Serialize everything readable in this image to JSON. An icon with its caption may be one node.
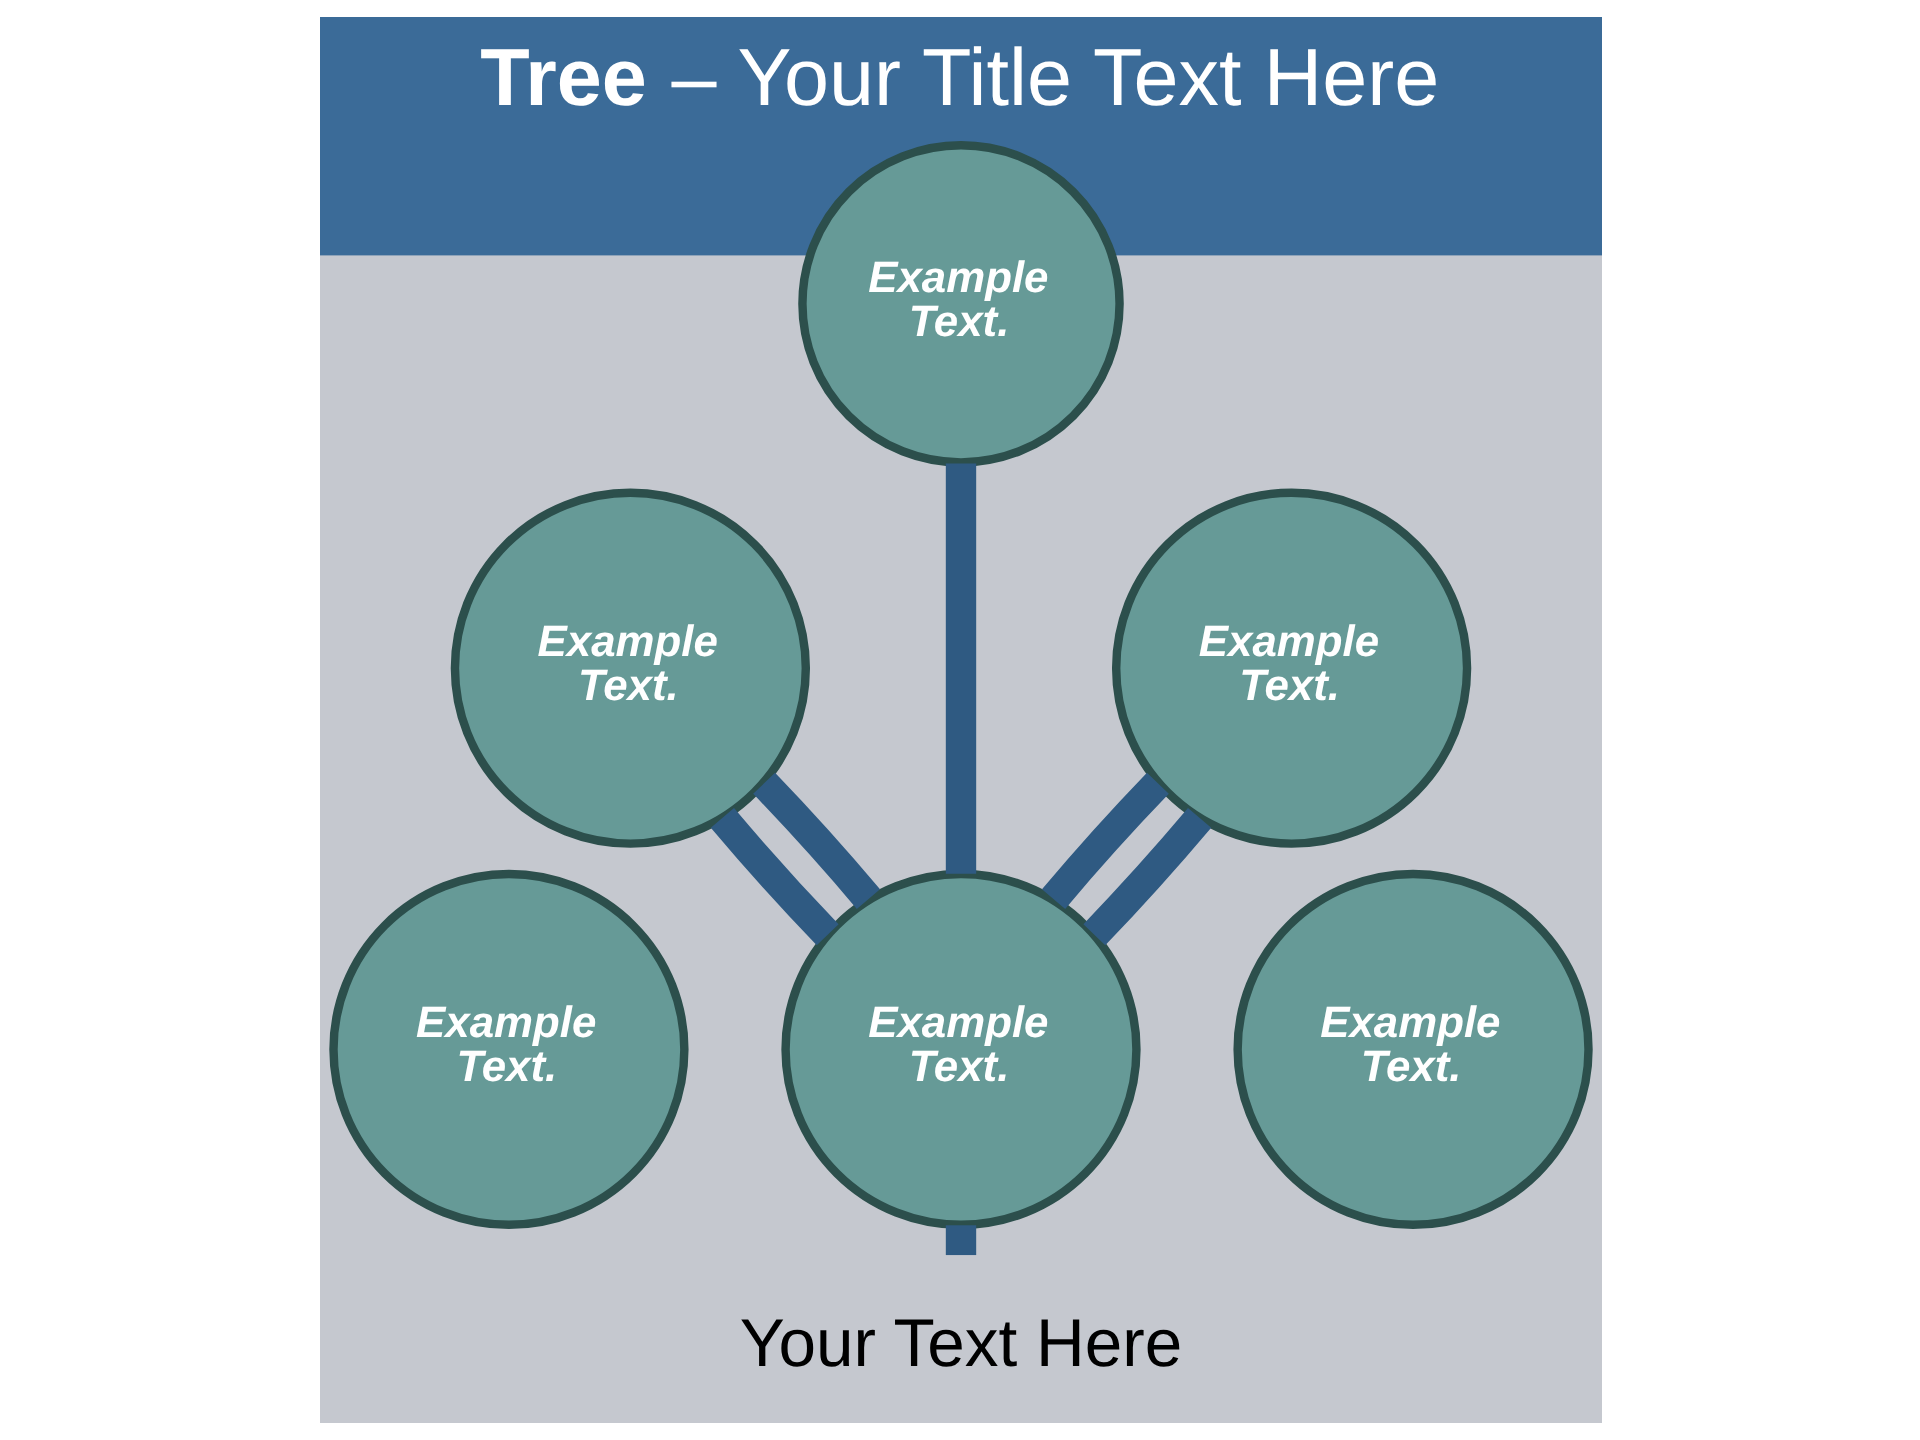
{
  "diagram": {
    "title": "**Tree** – Your Title Text Here",
    "caption": "Your Text Here",
    "nodes": [
      {
        "text": [
          "Example Text."
        ]
      },
      {
        "text": [
          "Example Text."
        ]
      },
      {
        "text": [
          "Example Text."
        ]
      },
      {
        "text": [
          "Example Text."
        ]
      },
      {
        "text": [
          "Example Text."
        ]
      },
      {
        "text": [
          "Example Text."
        ]
      }
    ],
    "edges": [
      {
        "from": null,
        "to": 4,
        "arrow": "none"
      },
      {
        "from": 4,
        "to": 1,
        "arrow": "none"
      },
      {
        "from": 4,
        "to": 0,
        "arrow": "none"
      },
      {
        "from": 4,
        "to": 2,
        "arrow": "none"
      },
      {
        "from": 4,
        "to": 1,
        "arrow": "none"
      },
      {
        "from": 4,
        "to": 2,
        "arrow": "none"
      }
    ]
  }
}
